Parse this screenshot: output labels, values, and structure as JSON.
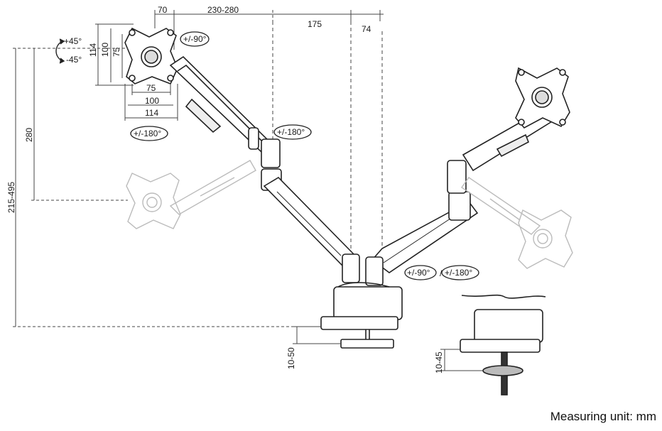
{
  "dimensions": {
    "top": [
      "70",
      "230-280",
      "175",
      "74"
    ],
    "vesa_vertical": [
      "114",
      "100",
      "75"
    ],
    "vesa_horizontal": [
      "75",
      "100",
      "114"
    ],
    "height_280": "280",
    "height_range": "215-495",
    "desk_clamp": "10-50",
    "desk_grommet": "10-45"
  },
  "rotations": {
    "tilt_up": "+45°",
    "tilt_down": "-45°",
    "screen_rotation": "+/-90°",
    "swivel_monitor": "+/-180°",
    "swivel_arm": "+/-180°",
    "rotation_90": "+/-90°",
    "separator": "/",
    "swivel_base": "+/-180°"
  },
  "footer": {
    "measuring_unit": "Measuring unit: mm"
  }
}
